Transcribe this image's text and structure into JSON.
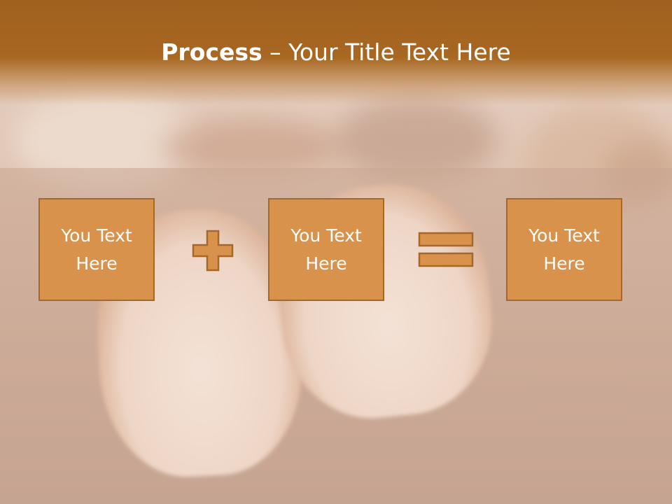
{
  "slide": {
    "title_bold": "Process",
    "title_rest": " – Your Title Text Here"
  },
  "boxes": [
    {
      "text": "You Text Here"
    },
    {
      "text": "You Text Here"
    },
    {
      "text": "You Text Here"
    }
  ],
  "operators": [
    "plus-icon",
    "equals-icon"
  ],
  "colors": {
    "header": "#a0601f",
    "box_fill": "#d9924b",
    "box_border": "#a5682a",
    "text": "#ffffff"
  }
}
